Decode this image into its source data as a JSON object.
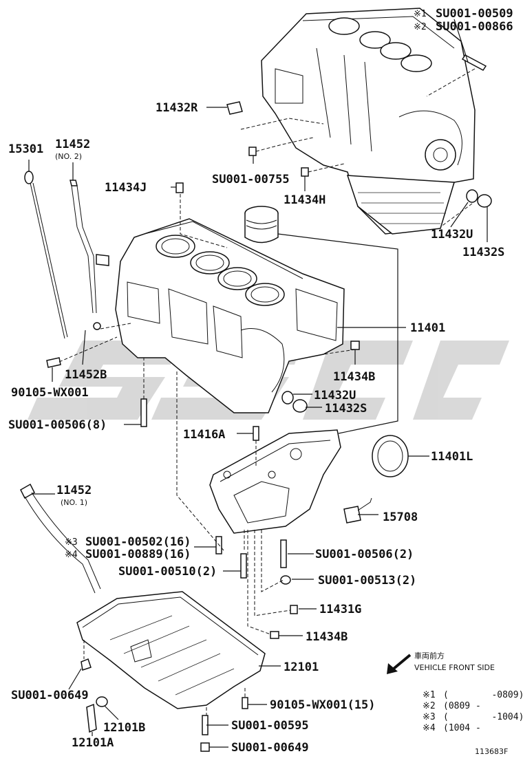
{
  "watermark": "SSGC",
  "callouts": {
    "su00509": "SU001-00509",
    "su00866": "SU001-00866",
    "mark1": "※1",
    "mark2": "※2",
    "p11432R": "11432R",
    "p15301": "15301",
    "p11452_top": "11452",
    "p11452_no2": "(NO. 2)",
    "p11434J": "11434J",
    "su00755": "SU001-00755",
    "p11434H": "11434H",
    "p11432U_top": "11432U",
    "p11432S_top": "11432S",
    "p11401": "11401",
    "p11452B": "11452B",
    "p11434B_mid": "11434B",
    "p90105_left": "90105-WX001",
    "p11432U_mid": "11432U",
    "p11432S_mid": "11432S",
    "su00506_8": "SU001-00506(8)",
    "p11416A": "11416A",
    "p11401L": "11401L",
    "p11452_bottom": "11452",
    "p11452_no1": "(NO. 1)",
    "p15708": "15708",
    "mark3": "※3",
    "mark4": "※4",
    "su00502": "SU001-00502(16)",
    "su00889": "SU001-00889(16)",
    "su00506_2": "SU001-00506(2)",
    "su00510": "SU001-00510(2)",
    "su00513": "SU001-00513(2)",
    "p11431G": "11431G",
    "p11434B_low": "11434B",
    "p12101": "12101",
    "su00649_left": "SU001-00649",
    "p90105_15": "90105-WX001(15)",
    "p12101B": "12101B",
    "su00595": "SU001-00595",
    "p12101A": "12101A",
    "su00649_bottom": "SU001-00649"
  },
  "legend": {
    "front_jp": "車両前方",
    "front_en": "VEHICLE FRONT SIDE",
    "notes": [
      {
        "mark": "※1",
        "range": "(        -0809)"
      },
      {
        "mark": "※2",
        "range": "(0809 -        )"
      },
      {
        "mark": "※3",
        "range": "(        -1004)"
      },
      {
        "mark": "※4",
        "range": "(1004 -        )"
      }
    ],
    "figure_id": "113683F"
  }
}
